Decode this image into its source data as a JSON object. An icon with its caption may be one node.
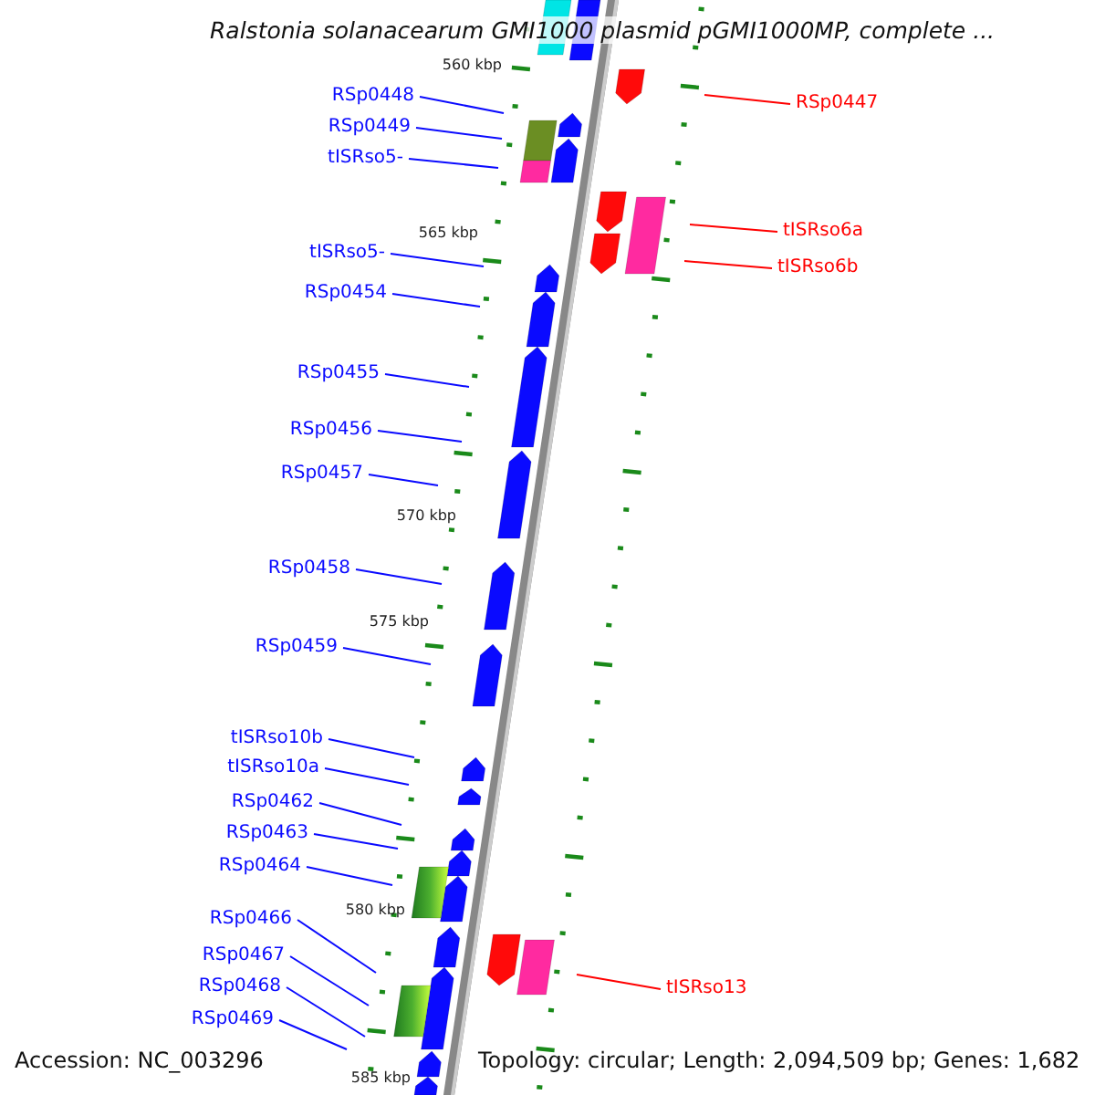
{
  "diagram": {
    "title": "Ralstonia solanacearum GMI1000 plasmid pGMI1000MP, complete ...",
    "nodes": [
      {
        "text": [
          "RSp0448"
        ]
      },
      {
        "text": [
          "RSp0447"
        ]
      },
      {
        "text": [
          "RSp0449"
        ]
      },
      {
        "text": [
          "tISRso5-"
        ]
      },
      {
        "text": [
          "tISRso6a"
        ]
      },
      {
        "text": [
          "tISRso5-"
        ]
      },
      {
        "text": [
          "tISRso6b"
        ]
      },
      {
        "text": [
          "RSp0454"
        ]
      },
      {
        "text": [
          "RSp0455"
        ]
      },
      {
        "text": [
          "RSp0456"
        ]
      },
      {
        "text": [
          "RSp0457"
        ]
      },
      {
        "text": [
          "RSp0458"
        ]
      },
      {
        "text": [
          "RSp0459"
        ]
      },
      {
        "text": [
          "tISRso10b"
        ]
      },
      {
        "text": [
          "tISRso10a"
        ]
      },
      {
        "text": [
          "RSp0462"
        ]
      },
      {
        "text": [
          "RSp0463"
        ]
      },
      {
        "text": [
          "RSp0464"
        ]
      },
      {
        "text": [
          "RSp0466"
        ]
      },
      {
        "text": [
          "RSp0467"
        ]
      },
      {
        "text": [
          "tISRso13"
        ]
      },
      {
        "text": [
          "RSp0468"
        ]
      },
      {
        "text": [
          "RSp0469"
        ]
      }
    ],
    "edges": [
      {
        "from": 0,
        "to": null,
        "arrow": "none"
      },
      {
        "from": 1,
        "to": null,
        "arrow": "none",
        "color": "#ff0000"
      },
      {
        "from": 2,
        "to": null,
        "arrow": "none"
      },
      {
        "from": 3,
        "to": null,
        "arrow": "none"
      },
      {
        "from": 4,
        "to": null,
        "arrow": "none",
        "color": "#ff0000"
      },
      {
        "from": 5,
        "to": null,
        "arrow": "none"
      },
      {
        "from": 6,
        "to": null,
        "arrow": "none",
        "color": "#ff0000"
      },
      {
        "from": 7,
        "to": null,
        "arrow": "none"
      },
      {
        "from": 8,
        "to": null,
        "arrow": "none"
      },
      {
        "from": 9,
        "to": null,
        "arrow": "none"
      },
      {
        "from": 10,
        "to": null,
        "arrow": "none"
      },
      {
        "from": 11,
        "to": null,
        "arrow": "none"
      },
      {
        "from": 12,
        "to": null,
        "arrow": "none"
      },
      {
        "from": 13,
        "to": null,
        "arrow": "none"
      },
      {
        "from": 14,
        "to": null,
        "arrow": "none"
      },
      {
        "from": 15,
        "to": null,
        "arrow": "none"
      },
      {
        "from": 16,
        "to": null,
        "arrow": "none"
      },
      {
        "from": 17,
        "to": null,
        "arrow": "none"
      },
      {
        "from": 18,
        "to": null,
        "arrow": "none"
      },
      {
        "from": 19,
        "to": null,
        "arrow": "none"
      },
      {
        "from": 20,
        "to": null,
        "arrow": "none",
        "color": "#ff0000"
      },
      {
        "from": 21,
        "to": null,
        "arrow": "none"
      },
      {
        "from": 22,
        "to": null,
        "arrow": "none"
      }
    ],
    "labels": [
      "560 kbp",
      "565 kbp",
      "570 kbp",
      "575 kbp",
      "580 kbp",
      "585 kbp",
      "Accession: NC_003296",
      "Topology: circular; Length: 2,094,509 bp; Genes: 1,682"
    ]
  }
}
